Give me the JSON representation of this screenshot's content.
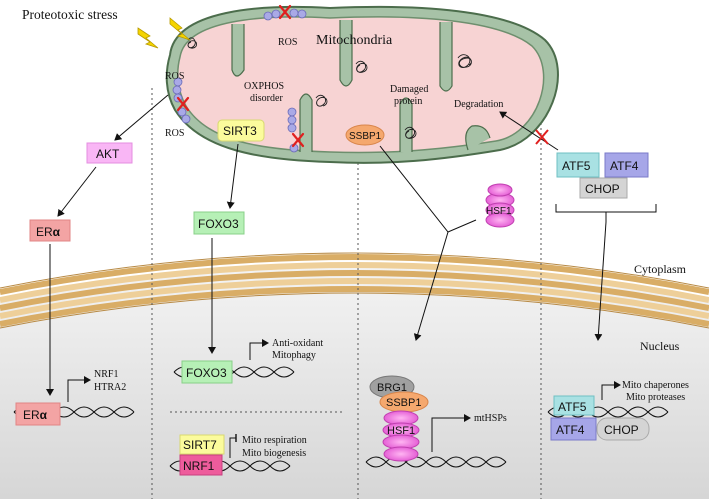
{
  "title": "Proteotoxic stress",
  "labels": {
    "mitochondria": "Mitochondria",
    "ros_top": "ROS",
    "ros_left1": "ROS",
    "ros_left2": "ROS",
    "oxphos_1": "OXPHOS",
    "oxphos_2": "disorder",
    "damaged_1": "Damaged",
    "damaged_2": "protein",
    "degradation": "Degradation",
    "cytoplasm": "Cytoplasm",
    "nucleus": "Nucleus"
  },
  "proteins": {
    "akt": "AKT",
    "eralpha_cyto": "ER",
    "sirt3": "SIRT3",
    "foxo3_cyto": "FOXO3",
    "ssbp1_mito": "SSBP1",
    "hsf1_cyto": "HSF1",
    "atf5_cyto": "ATF5",
    "atf4_cyto": "ATF4",
    "chop_cyto": "CHOP",
    "eralpha_nuc": "ER",
    "foxo3_nuc": "FOXO3",
    "sirt7": "SIRT7",
    "nrf1": "NRF1",
    "brg1": "BRG1",
    "ssbp1_nuc": "SSBP1",
    "hsf1_nuc": "HSF1",
    "atf5_nuc": "ATF5",
    "atf4_nuc": "ATF4",
    "chop_nuc": "CHOP",
    "alpha": "α"
  },
  "targets": {
    "er_1": "NRF1",
    "er_2": "HTRA2",
    "foxo3_1": "Anti-oxidant",
    "foxo3_2": "Mitophagy",
    "sirt7_1": "Mito respiration",
    "sirt7_2": "Mito biogenesis",
    "hsf1": "mtHSPs",
    "atf_1": "Mito chaperones",
    "atf_2": "Mito proteases"
  },
  "colors": {
    "mito_fill": "#f7d6d6",
    "mito_outline": "#6e8f6e",
    "akt": "#f9b6f5",
    "er": "#f3a4a4",
    "sirt3": "#fbfb9c",
    "foxo3": "#b6f0b6",
    "ssbp1": "#f5a86e",
    "hsf1": "#f06ad9",
    "atf5": "#a9e1e3",
    "atf4": "#a6a6e8",
    "chop": "#d4d4d4",
    "brg1": "#a0a0a0",
    "nrf1": "#ee5c9c",
    "membrane": "#e6c38d",
    "nucleus_bg": "#dcdcdc",
    "lightning": "#f5d400",
    "red_x": "#e0201f"
  }
}
